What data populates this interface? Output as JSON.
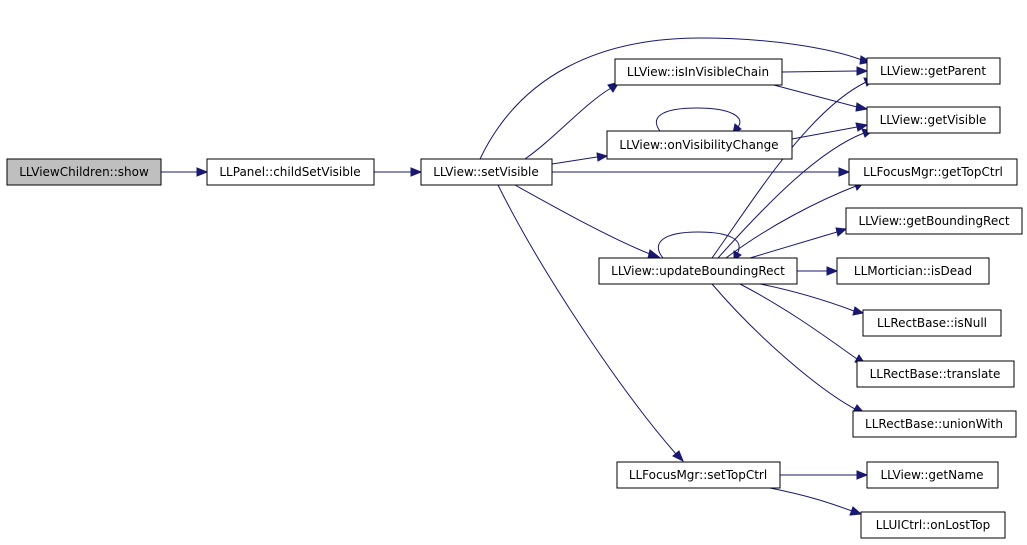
{
  "colors": {
    "edge": "#191970",
    "node_border": "#000000",
    "node_fill": "#ffffff",
    "root_fill": "#bfbfbf",
    "text": "#000000"
  },
  "nodes": {
    "show": "LLViewChildren::show",
    "childSetVisible": "LLPanel::childSetVisible",
    "setVisible": "LLView::setVisible",
    "isInVisibleChain": "LLView::isInVisibleChain",
    "onVisibilityChange": "LLView::onVisibilityChange",
    "updateBoundingRect": "LLView::updateBoundingRect",
    "fmSetTopCtrl": "LLFocusMgr::setTopCtrl",
    "getParent": "LLView::getParent",
    "getVisible": "LLView::getVisible",
    "fmGetTopCtrl": "LLFocusMgr::getTopCtrl",
    "getBoundingRect": "LLView::getBoundingRect",
    "isDead": "LLMortician::isDead",
    "isNull": "LLRectBase::isNull",
    "translate": "LLRectBase::translate",
    "unionWith": "LLRectBase::unionWith",
    "getName": "LLView::getName",
    "onLostTop": "LLUICtrl::onLostTop"
  }
}
